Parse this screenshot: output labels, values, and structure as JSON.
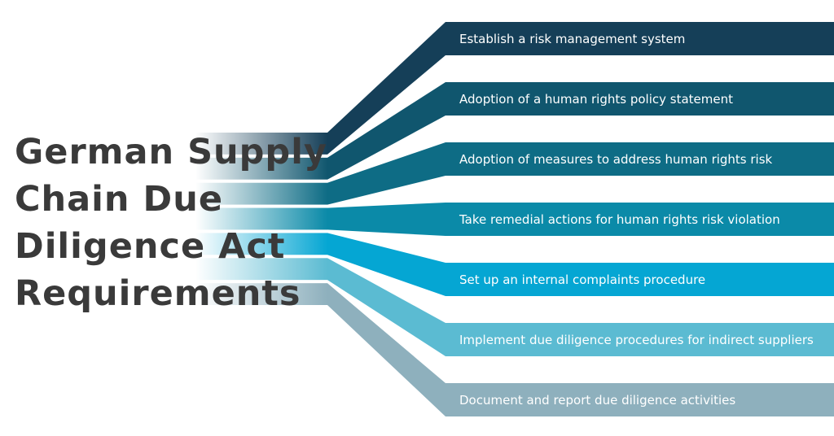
{
  "title_lines": [
    "German Supply",
    "Chain Due",
    "Diligence Act",
    "Requirements"
  ],
  "items": [
    {
      "label": "Establish a risk management system",
      "color": "#153f58"
    },
    {
      "label": "Adoption of a human rights policy statement",
      "color": "#10566e"
    },
    {
      "label": "Adoption of measures to address human rights risk",
      "color": "#0e6c85"
    },
    {
      "label": "Take remedial actions for human rights risk violation",
      "color": "#0b8aa8"
    },
    {
      "label": "Set up an internal complaints procedure",
      "color": "#05a6d3"
    },
    {
      "label": "Implement due diligence procedures for indirect suppliers",
      "color": "#5bbbd2"
    },
    {
      "label": "Document and report due diligence activities",
      "color": "#8eb0bd"
    }
  ]
}
